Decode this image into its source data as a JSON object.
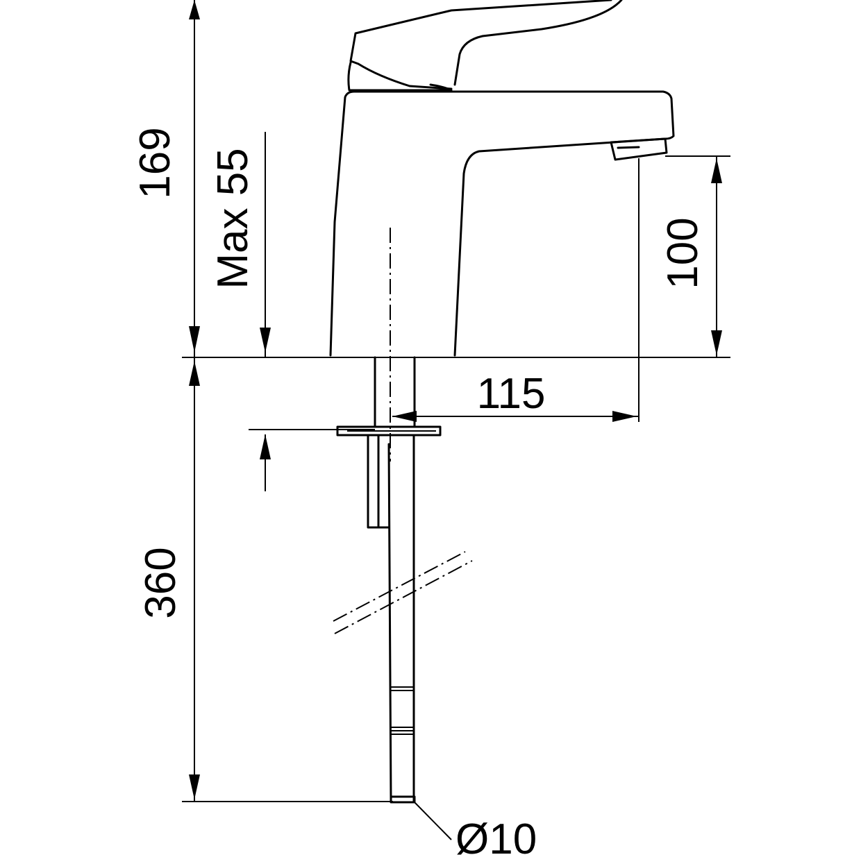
{
  "dimensions": {
    "total_height": "169",
    "max_deck": "Max 55",
    "spout_height": "100",
    "spout_reach": "115",
    "hose_length": "360",
    "hose_diameter": "Ø10"
  }
}
